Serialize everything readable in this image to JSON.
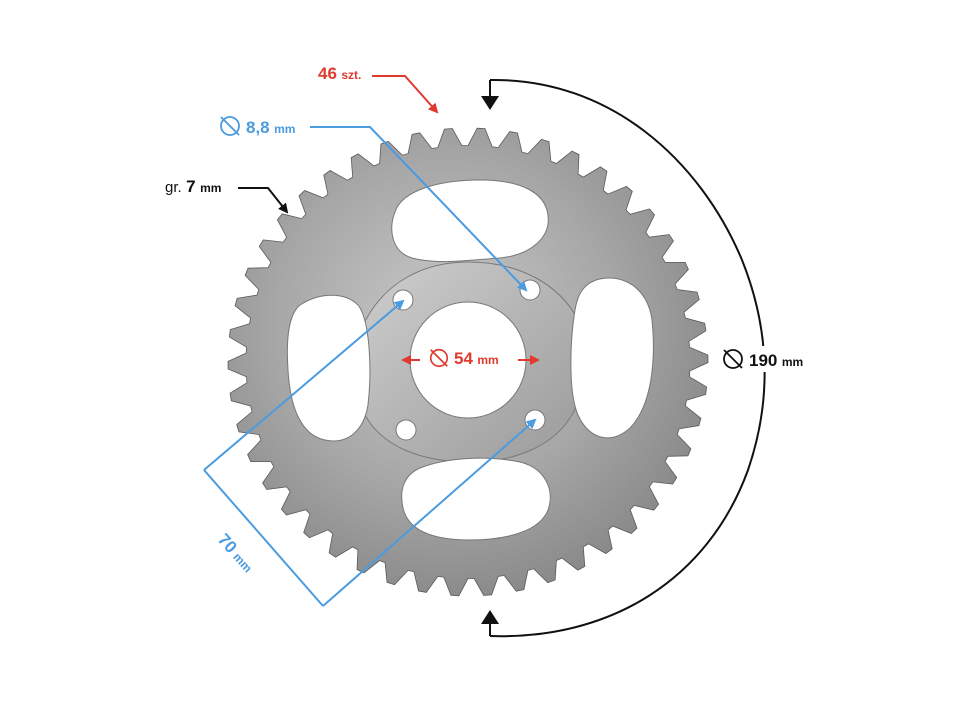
{
  "labels": {
    "teeth": {
      "value": "46",
      "unit": "szt."
    },
    "bolt_hole": {
      "value": "8,8",
      "unit": "mm"
    },
    "thickness": {
      "prefix": "gr.",
      "value": "7",
      "unit": "mm"
    },
    "center_bore": {
      "value": "54",
      "unit": "mm"
    },
    "outer_diameter": {
      "value": "190",
      "unit": "mm"
    },
    "bolt_spacing": {
      "value": "70",
      "unit": "mm"
    }
  },
  "colors": {
    "red": "#e03a2e",
    "blue": "#4a9be0",
    "black": "#111111",
    "metal_dark": "#6e6e6e",
    "metal_light": "#b8b8b8"
  },
  "icons": {
    "diameter": "diameter-symbol-icon"
  },
  "sprocket": {
    "teeth_count": 46
  }
}
